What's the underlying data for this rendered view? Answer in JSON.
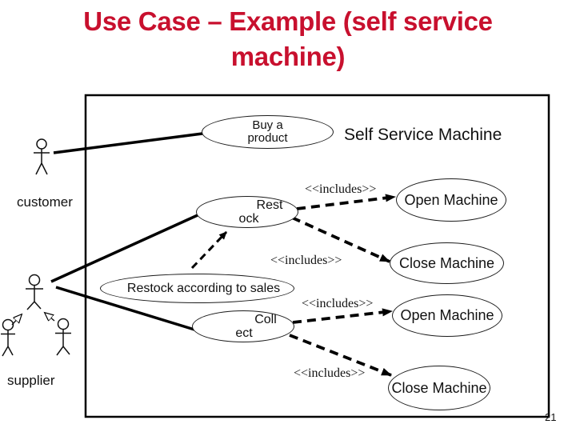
{
  "slide": {
    "title_line1": "Use Case – Example (self service",
    "title_line2": "machine)",
    "title_color": "#c8102e",
    "ink_color": "#000000",
    "page_number": "21"
  },
  "diagram": {
    "system_label": "Self Service Machine",
    "actors": [
      {
        "id": "customer",
        "label": "customer"
      },
      {
        "id": "supplier",
        "label": "supplier"
      }
    ],
    "use_cases": [
      {
        "id": "buy-product",
        "lines": [
          "Buy a",
          "product"
        ]
      },
      {
        "id": "restock",
        "lines": [
          "Rest",
          "ock"
        ]
      },
      {
        "id": "open-machine-top",
        "lines": [
          "Open Machine"
        ]
      },
      {
        "id": "close-machine-top",
        "lines": [
          "Close Machine"
        ]
      },
      {
        "id": "restock-according-to-sales",
        "lines": [
          "Restock according to sales"
        ]
      },
      {
        "id": "collect",
        "lines": [
          "Coll",
          "ect"
        ]
      },
      {
        "id": "open-machine-bottom",
        "lines": [
          "Open Machine"
        ]
      },
      {
        "id": "close-machine-bottom",
        "lines": [
          "Close Machine"
        ]
      }
    ],
    "stereotypes": [
      {
        "id": "includes-restock-open",
        "text": "<<includes>>"
      },
      {
        "id": "includes-restock-close",
        "text": "<<includes>>"
      },
      {
        "id": "includes-collect-open",
        "text": "<<includes>>"
      },
      {
        "id": "includes-collect-close",
        "text": "<<includes>>"
      }
    ]
  }
}
